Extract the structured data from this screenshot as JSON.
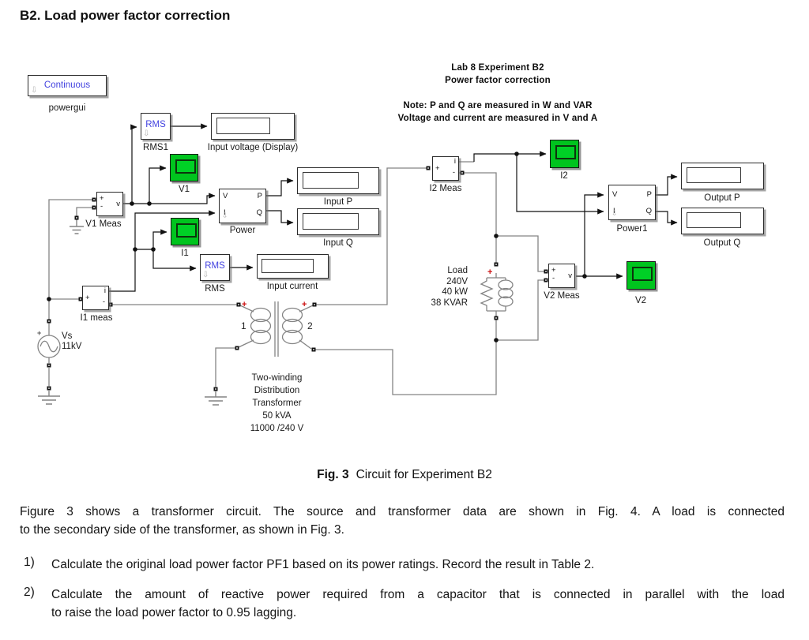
{
  "page": {
    "heading": "B2. Load power factor correction",
    "caption": {
      "label": "Fig. 3",
      "text": "Circuit for Experiment B2"
    },
    "paragraph": {
      "line1": "Figure 3 shows a transformer circuit. The source and transformer data are shown in Fig. 4. A load is connected",
      "line2": "to the secondary side of the transformer, as shown in Fig. 3."
    },
    "items": [
      {
        "num": "1)",
        "line1": "Calculate the original load power factor PF1 based on its power ratings. Record the result in Table 2."
      },
      {
        "num": "2)",
        "line1": "Calculate the amount of reactive power required from a capacitor that is connected in parallel with the load",
        "line2": "to raise the load power factor to 0.95 lagging."
      }
    ]
  },
  "diagram": {
    "title": {
      "line1": "Lab 8  Experiment B2",
      "line2": "Power factor correction"
    },
    "note": {
      "line1": "Note: P and Q are measured in W and VAR",
      "line2": "Voltage and current are measured in V and A"
    },
    "powergui": {
      "text": "Continuous",
      "label": "powergui"
    },
    "rms1": {
      "text": "RMS",
      "label": "RMS1"
    },
    "rms": {
      "text": "RMS",
      "label": "RMS"
    },
    "displays": {
      "input_voltage": "Input voltage (Display)",
      "input_p": "Input P",
      "input_q": "Input Q",
      "input_current": "Input current",
      "output_p": "Output P",
      "output_q": "Output Q"
    },
    "scopes": {
      "v1": "V1",
      "i1": "I1",
      "i2": "I2",
      "v2": "V2"
    },
    "meas": {
      "v1": "V1 Meas",
      "i1": "I1 meas",
      "i2": "I2 Meas",
      "v2": "V2 Meas"
    },
    "power": {
      "label": "Power"
    },
    "power1": {
      "label": "Power1"
    },
    "source": {
      "name": "Vs",
      "rating": "11kV"
    },
    "load": {
      "line1": "Load",
      "line2": "240V",
      "line3": "40 kW",
      "line4": "38 KVAR"
    },
    "transformer": {
      "w1": "1",
      "w2": "2",
      "line1": "Two-winding",
      "line2": "Distribution",
      "line3": "Transformer",
      "line4": "50 kVA",
      "line5": "11000 /240 V"
    },
    "ports": {
      "plus": "+",
      "minus": "-",
      "v": "v",
      "i": "i",
      "V": "V",
      "I": "I",
      "P": "P",
      "Q": "Q"
    },
    "colors": {
      "block_text_blue": "#4343e0",
      "scope_green": "#00c41e",
      "wire_gray": "#848484",
      "polarity_red": "#cc1111"
    }
  }
}
